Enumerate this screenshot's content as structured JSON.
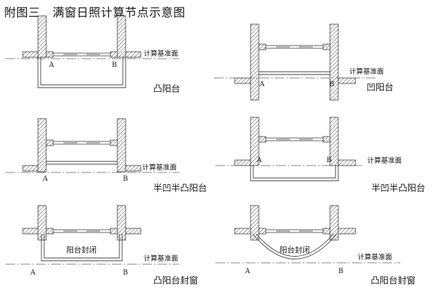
{
  "title": "附图三　满窗日照计算节点示意图",
  "reference_label": "计算基准面",
  "point_a": "A",
  "point_b": "B",
  "panels": [
    {
      "caption": "凸阳台",
      "inner_label": ""
    },
    {
      "caption": "凹阳台",
      "inner_label": ""
    },
    {
      "caption": "半凹半凸阳台",
      "inner_label": ""
    },
    {
      "caption": "半凹半凸阳台",
      "inner_label": ""
    },
    {
      "caption": "凸阳台封窗",
      "inner_label": "阳台封闭"
    },
    {
      "caption": "凸阳台封窗",
      "inner_label": "阳台封闭"
    }
  ]
}
